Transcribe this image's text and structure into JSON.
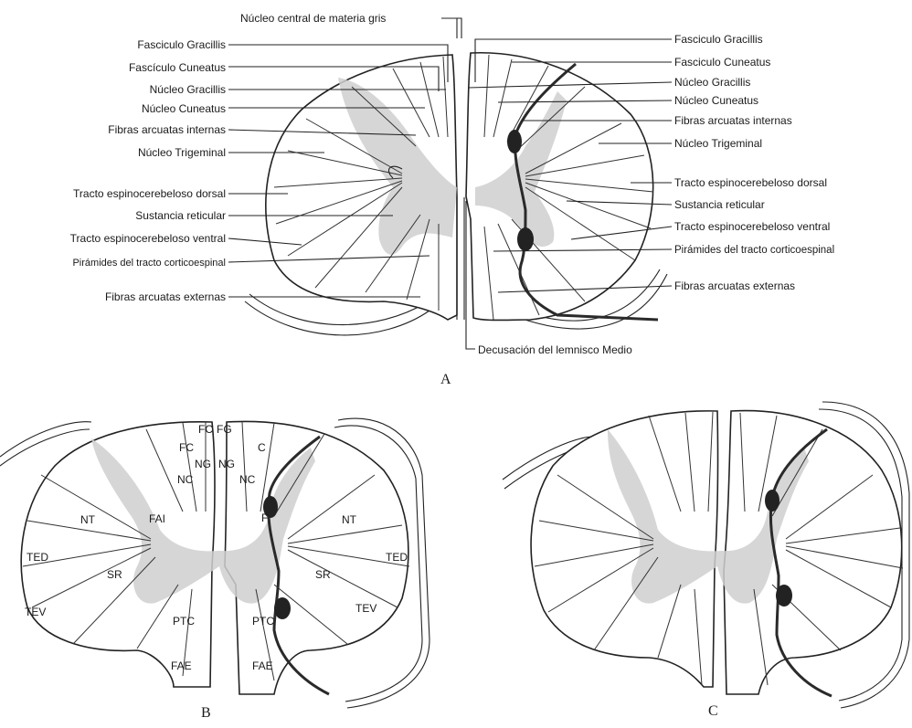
{
  "figure": {
    "panels": [
      "A",
      "B",
      "C"
    ],
    "labels_top": {
      "center": "Núcleo central de materia gris",
      "bottom": "Decusación del lemnisco Medio"
    },
    "labels_left": [
      "Fasciculo Gracillis",
      "Fascículo Cuneatus",
      "Núcleo Gracillis",
      "Núcleo Cuneatus",
      "Fibras arcuatas internas",
      "Núcleo Trigeminal",
      "Tracto espinocerebeloso dorsal",
      "Sustancia reticular",
      "Tracto espinocerebeloso ventral",
      "Pirámides del tracto corticoespinal",
      "Fibras arcuatas externas"
    ],
    "labels_right": [
      "Fasciculo Gracillis",
      "Fasciculo Cuneatus",
      "Núcleo Gracillis",
      "Núcleo Cuneatus",
      "Fibras arcuatas internas",
      "Núcleo Trigeminal",
      "Tracto espinocerebeloso dorsal",
      "Sustancia reticular",
      "Tracto espinocerebeloso ventral",
      "Pirámides del tracto corticoespinal",
      "Fibras arcuatas externas"
    ],
    "abbrev_b": [
      "FC",
      "FG",
      "FC",
      "C",
      "NG",
      "NG",
      "NC",
      "NC",
      "NT",
      "FAI",
      "F",
      "NT",
      "TED",
      "TED",
      "SR",
      "SR",
      "TEV",
      "TEV",
      "PTC",
      "PTC",
      "FAE",
      "FAE"
    ]
  }
}
